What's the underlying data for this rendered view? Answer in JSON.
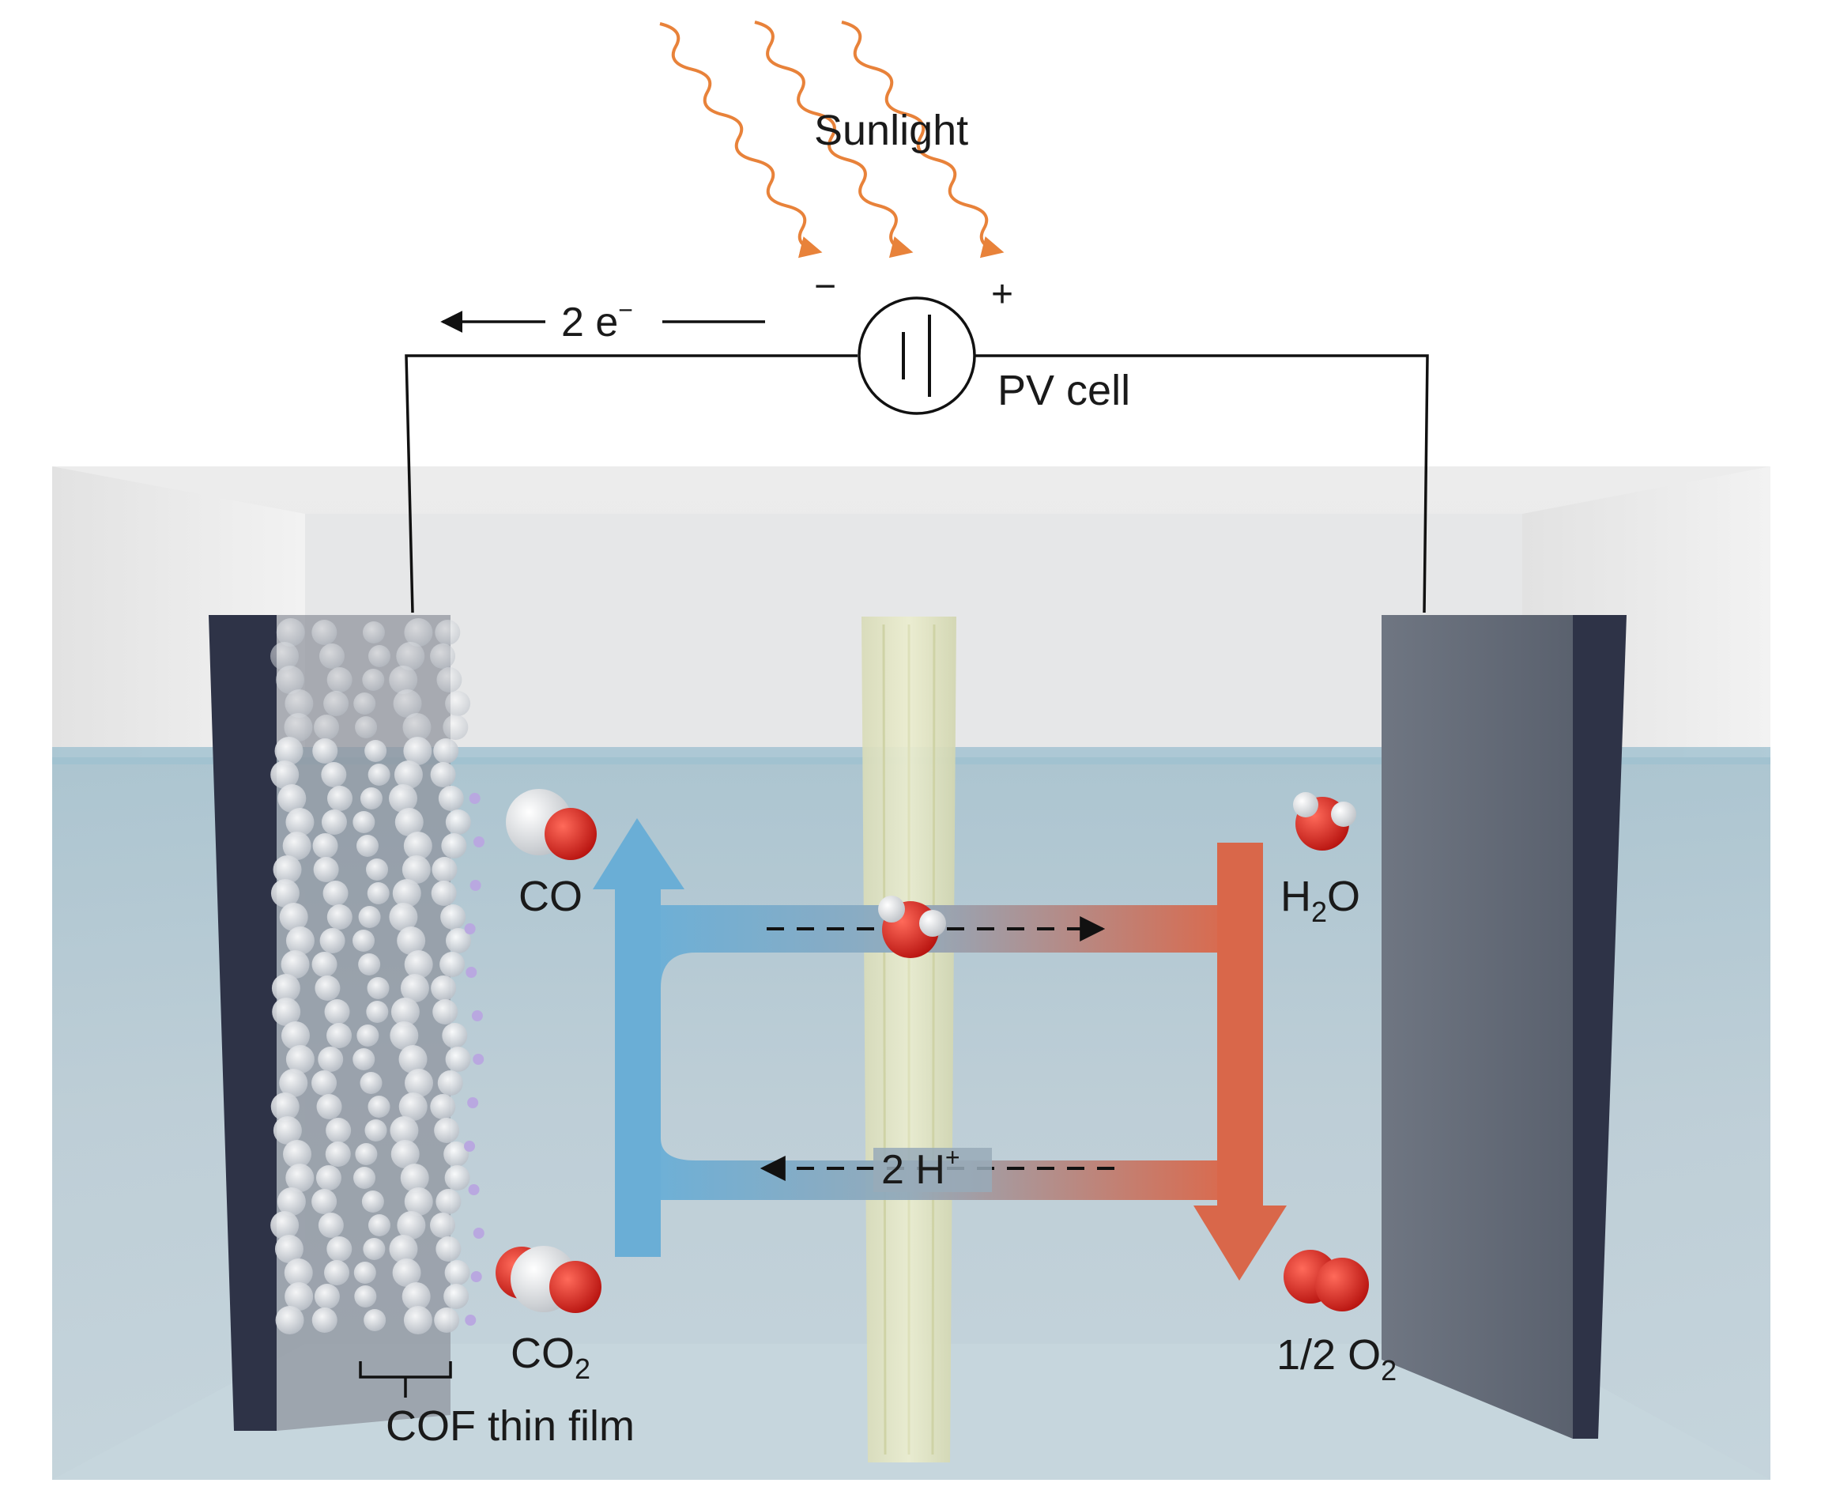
{
  "labels": {
    "sunlight": "Sunlight",
    "electrons": "2 e",
    "electrons_sup": "−",
    "pv_minus": "−",
    "pv_plus": "+",
    "pv_cell": "PV cell",
    "co": "CO",
    "co2_main": "CO",
    "co2_sub": "2",
    "h2o_h": "H",
    "h2o_sub": "2",
    "h2o_o": "O",
    "protons": "2 H",
    "protons_sup": "+",
    "o2_main": "1/2 O",
    "o2_sub": "2",
    "cof_film": "COF thin film"
  },
  "colors": {
    "sun_rays": "#e8823a",
    "blue_arrow": "#6aaed6",
    "red_arrow": "#d9674a",
    "electrode": "#2e3347",
    "water": "#b6ccd6",
    "oxygen_atom": "#cc1f1a",
    "carbon_atom": "#f2f2f2"
  }
}
